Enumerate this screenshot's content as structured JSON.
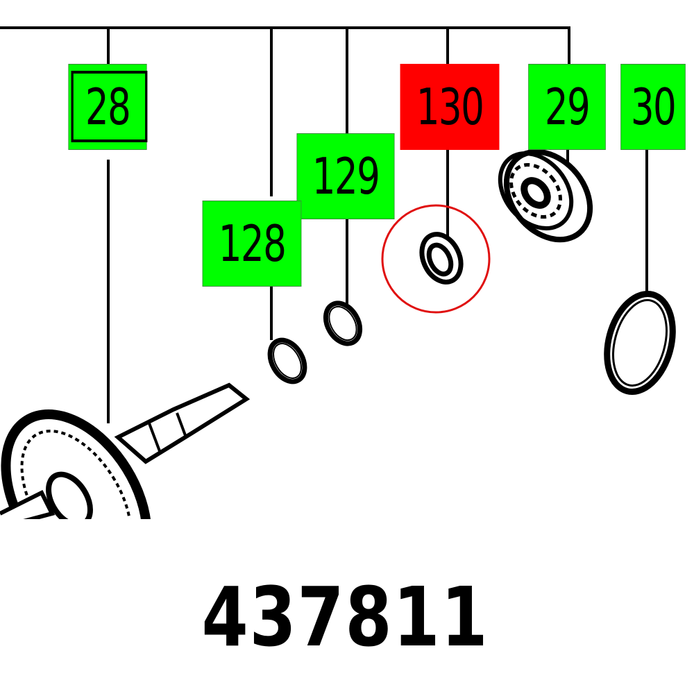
{
  "diagram": {
    "type": "exploded-parts-diagram",
    "colors": {
      "highlight": "#ff0000",
      "default_label": "#00ff00",
      "line": "#000000",
      "selection_circle": "#e01010"
    },
    "callouts": [
      {
        "id": "28",
        "label": "28",
        "state": "default",
        "boxed": true
      },
      {
        "id": "128",
        "label": "128",
        "state": "default"
      },
      {
        "id": "129",
        "label": "129",
        "state": "default"
      },
      {
        "id": "130",
        "label": "130",
        "state": "highlighted"
      },
      {
        "id": "29",
        "label": "29",
        "state": "default"
      },
      {
        "id": "30",
        "label": "30",
        "state": "default"
      }
    ],
    "parts": [
      {
        "callout": "28",
        "name": "bevel-gear-shaft"
      },
      {
        "callout": "128",
        "name": "small-ring"
      },
      {
        "callout": "129",
        "name": "small-ring"
      },
      {
        "callout": "130",
        "name": "seal-ring",
        "selected": true
      },
      {
        "callout": "29",
        "name": "ball-bearing"
      },
      {
        "callout": "30",
        "name": "large-ring"
      }
    ]
  },
  "part_number": "437811"
}
